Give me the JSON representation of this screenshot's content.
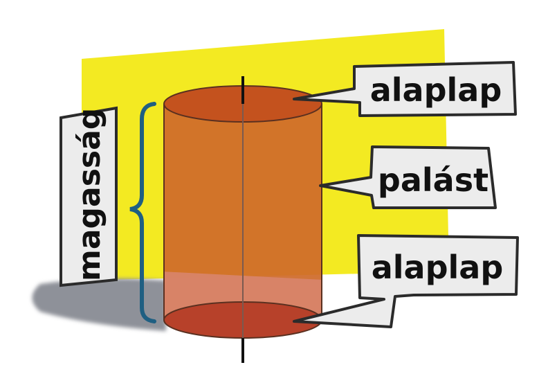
{
  "labels": {
    "top_base": "alaplap",
    "lateral_surface": "palást",
    "bottom_base": "alaplap",
    "height": "magasság"
  },
  "colors": {
    "background": "#ffffff",
    "yellow_plane": "#f3ea22",
    "shadow": "#8e9199",
    "cylinder_body": "#cf6a2a",
    "cylinder_top": "#c4521e",
    "cylinder_bottom": "#b7412a",
    "cylinder_below_plane": "#cf7458",
    "axis": "#111111",
    "brace": "#1f5f82",
    "callout_fill": "#ececec",
    "callout_border": "#2b2b2b"
  }
}
